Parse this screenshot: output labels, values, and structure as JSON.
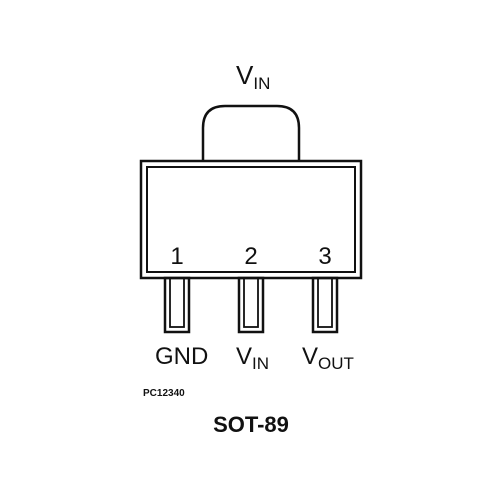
{
  "tab_label": {
    "main": "V",
    "sub": "IN"
  },
  "pin_numbers": [
    "1",
    "2",
    "3"
  ],
  "pins": [
    {
      "main": "GND",
      "sub": ""
    },
    {
      "main": "V",
      "sub": "IN"
    },
    {
      "main": "V",
      "sub": "OUT"
    }
  ],
  "part_ref": "PC12340",
  "package_name": "SOT-89",
  "colors": {
    "stroke": "#111111",
    "background": "#ffffff"
  }
}
